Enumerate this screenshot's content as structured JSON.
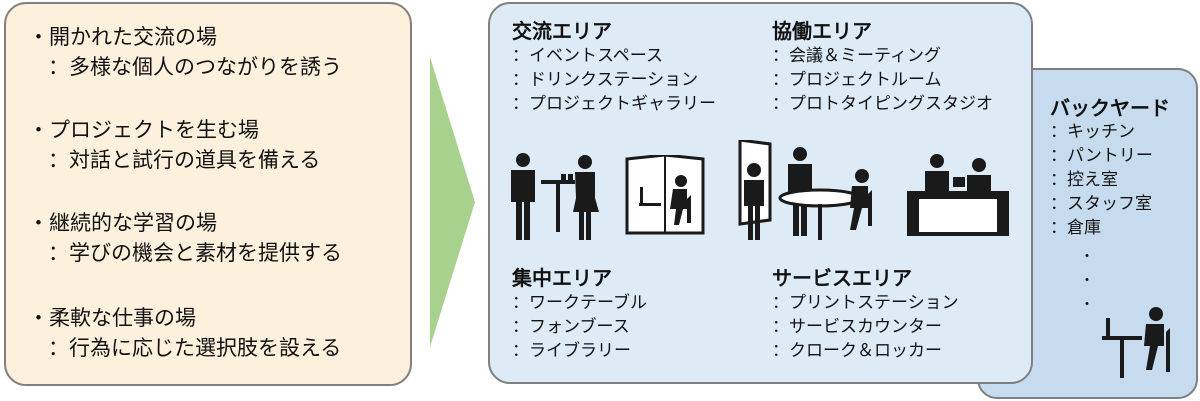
{
  "left_items": [
    {
      "main": "・開かれた交流の場",
      "sub": "：多様な個人のつながりを誘う"
    },
    {
      "main": "・プロジェクトを生む場",
      "sub": "：対話と試行の道具を備える"
    },
    {
      "main": "・継続的な学習の場",
      "sub": "：学びの機会と素材を提供する"
    },
    {
      "main": "・柔軟な仕事の場",
      "sub": "：行為に応じた選択肢を設える"
    }
  ],
  "zones": [
    {
      "title": "交流エリア",
      "lines": [
        "：イベントスペース",
        "：ドリンクステーション",
        "：プロジェクトギャラリー"
      ]
    },
    {
      "title": "協働エリア",
      "lines": [
        "：会議＆ミーティング",
        "：プロジェクトルーム",
        "：プロトタイピングスタジオ"
      ]
    },
    {
      "title": "集中エリア",
      "lines": [
        "：ワークテーブル",
        "：フォンブース",
        "：ライブラリー"
      ]
    },
    {
      "title": "サービスエリア",
      "lines": [
        "：プリントステーション",
        "：サービスカウンター",
        "：クローク＆ロッカー"
      ]
    }
  ],
  "backyard": {
    "title": "バックヤード",
    "lines": [
      "：キッチン",
      "：パントリー",
      "：控え室",
      "：スタッフ室",
      "：倉庫"
    ],
    "dots": [
      "・",
      "・",
      "・"
    ]
  },
  "colors": {
    "left_panel": "#fdf1de",
    "main_panel": "#ddebf7",
    "backyard_panel": "#c6dcee",
    "arrow": "#a9d18e",
    "pictogram": "#1a1a1a"
  }
}
